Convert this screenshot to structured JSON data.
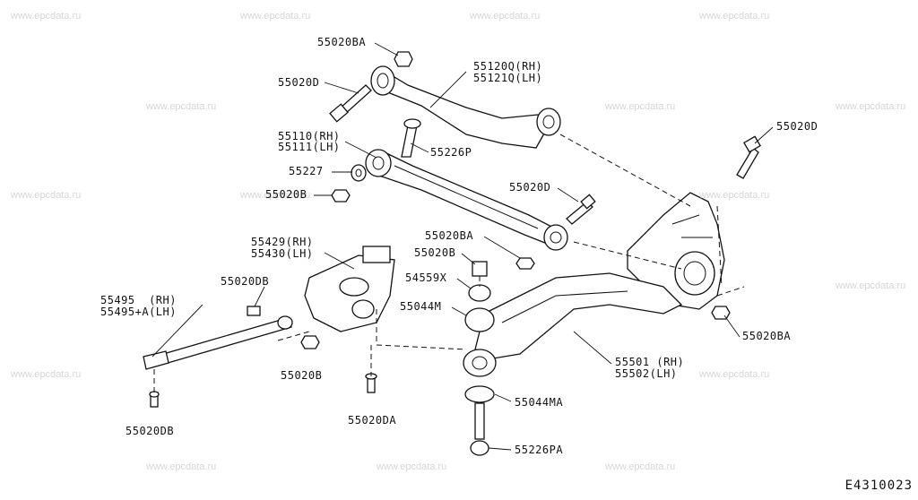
{
  "diagram_code": "E4310023",
  "watermark_text": "www.epcdata.ru",
  "labels": {
    "p55020BA_top": "55020BA",
    "p55120Q": "55120Q(RH)",
    "p55121Q": "55121Q(LH)",
    "p55020D_left": "55020D",
    "p55110": "55110(RH)",
    "p55111": "55111(LH)",
    "p55226P": "55226P",
    "p55227": "55227",
    "p55020B_left": "55020B",
    "p55020D_right": "55020D",
    "p55020D_mid": "55020D",
    "p55020BA_mid": "55020BA",
    "p55020B_mid": "55020B",
    "p54559X": "54559X",
    "p55044M": "55044M",
    "p55429": "55429(RH)",
    "p55430": "55430(LH)",
    "p55020DB_top": "55020DB",
    "p55495": "55495  (RH)",
    "p55495A": "55495+A(LH)",
    "p55020BA_right": "55020BA",
    "p55501": "55501 (RH)",
    "p55502": "55502(LH)",
    "p55020B_low": "55020B",
    "p55044MA": "55044MA",
    "p55020DA": "55020DA",
    "p55226PA": "55226PA",
    "p55020DB_bottom": "55020DB"
  }
}
